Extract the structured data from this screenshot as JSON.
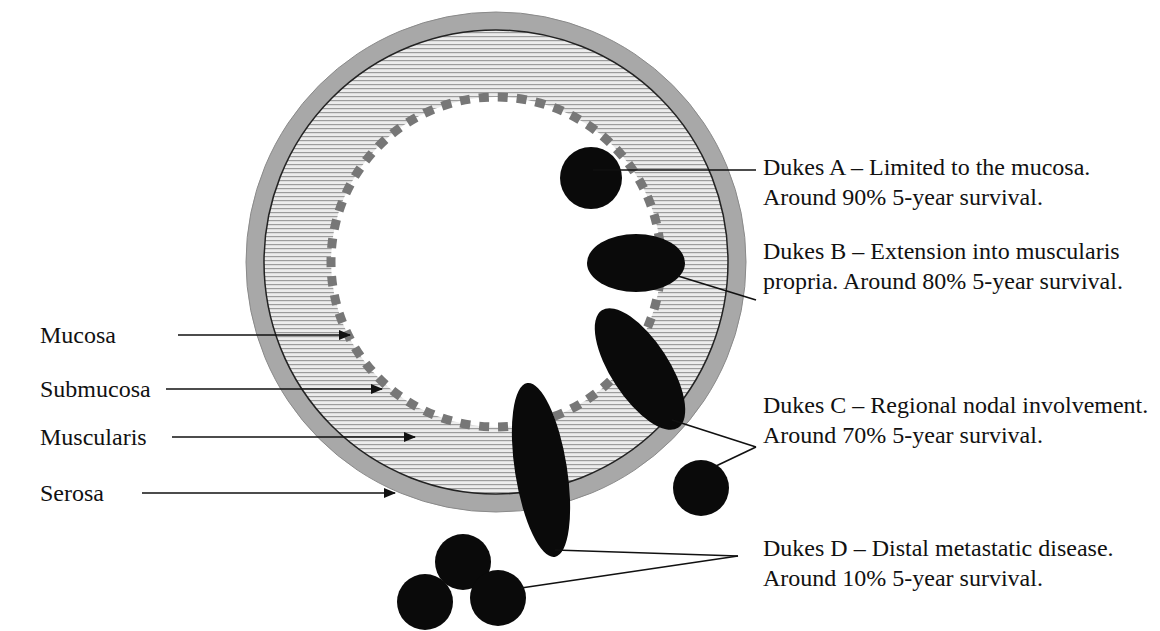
{
  "diagram": {
    "labels": [
      "Mucosa",
      "Submucosa",
      "Muscularis",
      "Serosa",
      "Dukes A – Limited to the mucosa. Around 90% 5-year survival.",
      "Dukes B – Extension into muscularis propria. Around 80% 5-year survival.",
      "Dukes C – Regional nodal involvement. Around 70% 5-year survival.",
      "Dukes D – Distal metastatic disease. Around 10% 5-year survival."
    ]
  }
}
